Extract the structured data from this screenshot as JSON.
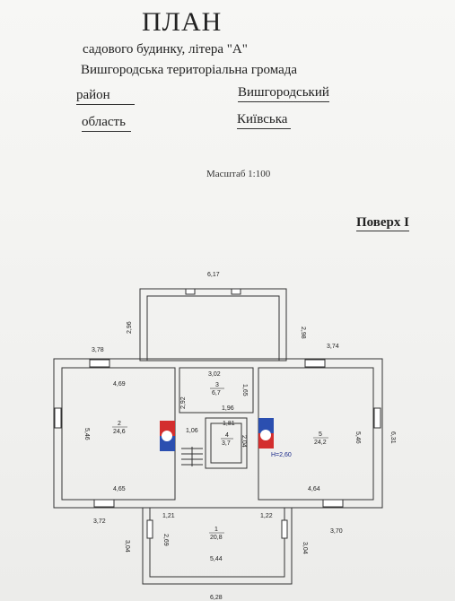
{
  "header": {
    "title": "ПЛАН",
    "subtitle": "садового будинку, літера \"А\"",
    "community": "Вишгородська територіальна громада",
    "district_label": "район",
    "district_value": "Вишгородський",
    "region_label": "область",
    "region_value": "Київська"
  },
  "scale": "Масштаб 1:100",
  "floor": "Поверх І",
  "dims": {
    "top": "6,17",
    "left_wing_top": "3,78",
    "right_wing_top": "3,74",
    "left_h": "2,96",
    "right_h": "2,98",
    "room2_top": "4,69",
    "room2_bottom": "4,65",
    "left_side": "5,46",
    "c_302": "3,02",
    "c_292": "2,92",
    "c_165": "1,65",
    "c_196": "1,96",
    "c_181": "1,81",
    "c_106": "1,06",
    "c_204": "2,04",
    "right_side": "5,46",
    "outer_right": "6,31",
    "room5_bottom": "4,64",
    "bot_left": "3,72",
    "bot_right": "3,70",
    "bot_121": "1,21",
    "bot_122": "1,22",
    "bot_269": "2,69",
    "bot_304l": "3,04",
    "bot_304r": "3,04",
    "bot_544": "5,44",
    "bot_628": "6,28"
  },
  "rooms": [
    {
      "num": "1",
      "area": "20,8"
    },
    {
      "num": "2",
      "area": "24,6"
    },
    {
      "num": "3",
      "area": "6,7"
    },
    {
      "num": "4",
      "area": "3,7"
    },
    {
      "num": "5",
      "area": "24,2"
    }
  ],
  "height": "H=2,60"
}
